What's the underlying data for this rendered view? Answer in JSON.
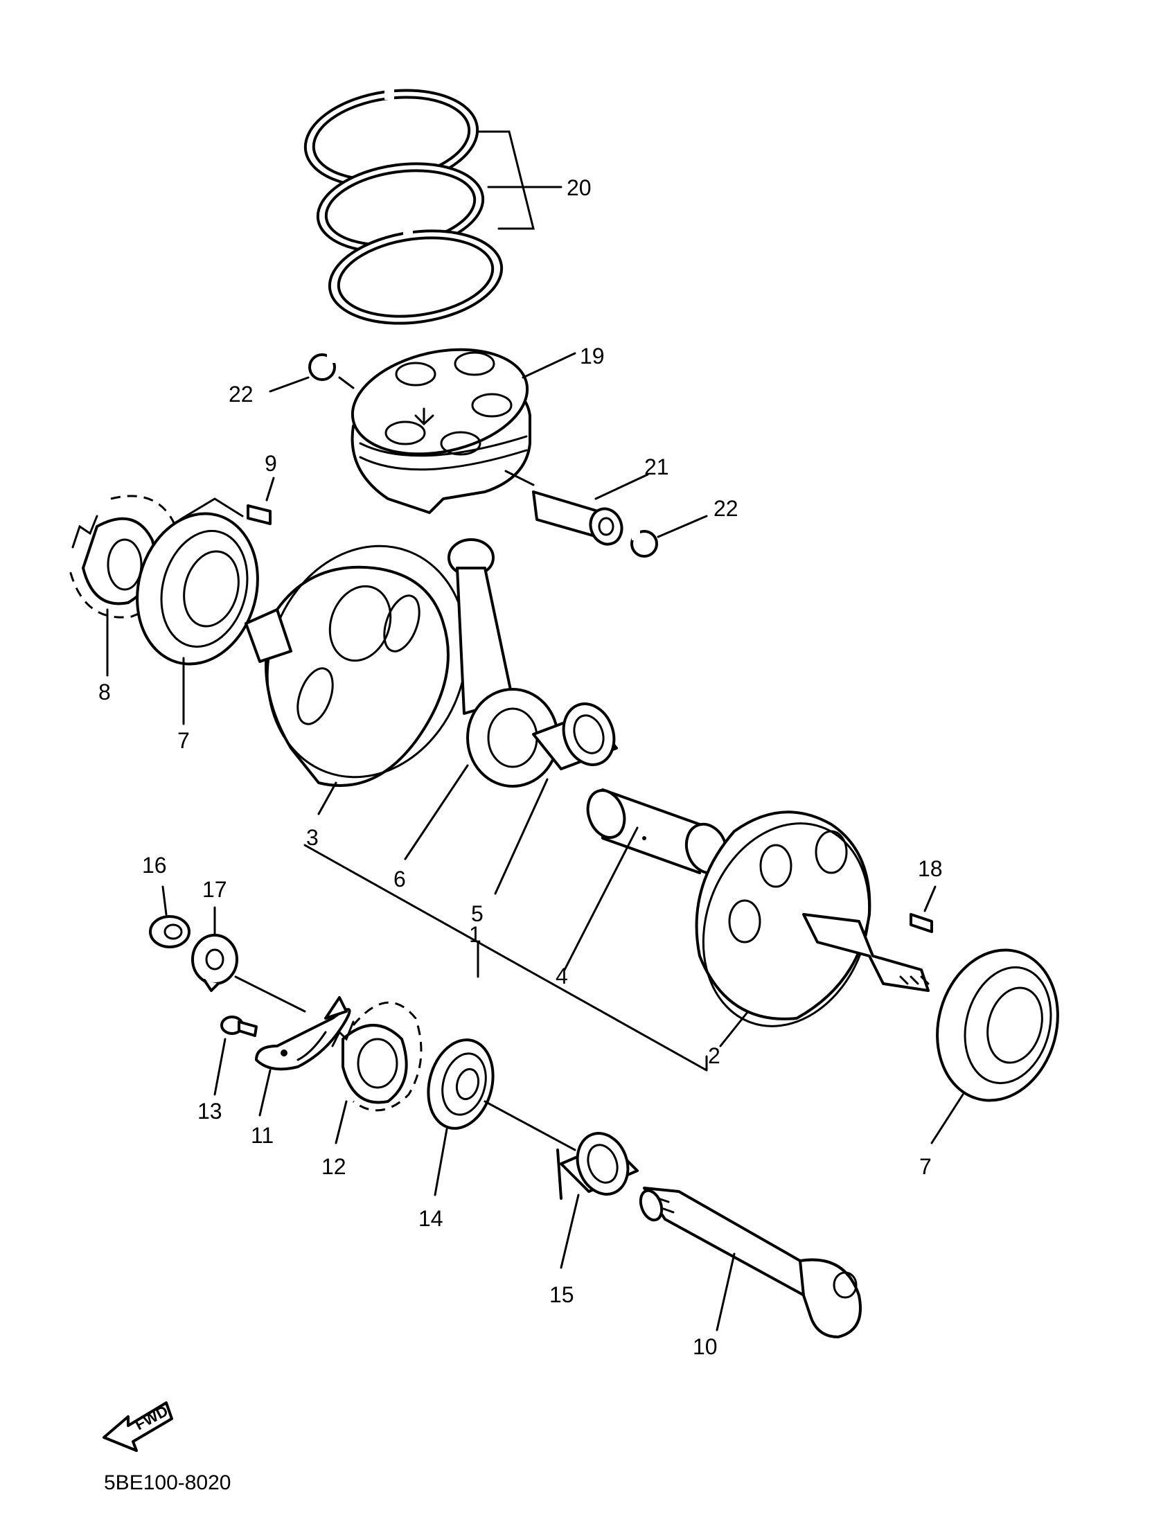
{
  "diagram": {
    "callouts": {
      "c1": "1",
      "c2": "2",
      "c3": "3",
      "c4": "4",
      "c5": "5",
      "c6": "6",
      "c7a": "7",
      "c7b": "7",
      "c8": "8",
      "c9": "9",
      "c10": "10",
      "c11": "11",
      "c12": "12",
      "c13": "13",
      "c14": "14",
      "c15": "15",
      "c16": "16",
      "c17": "17",
      "c18": "18",
      "c19": "19",
      "c20": "20",
      "c21": "21",
      "c22a": "22",
      "c22b": "22"
    },
    "fwd_label": "FWD",
    "drawing_code": "5BE100-8020"
  }
}
